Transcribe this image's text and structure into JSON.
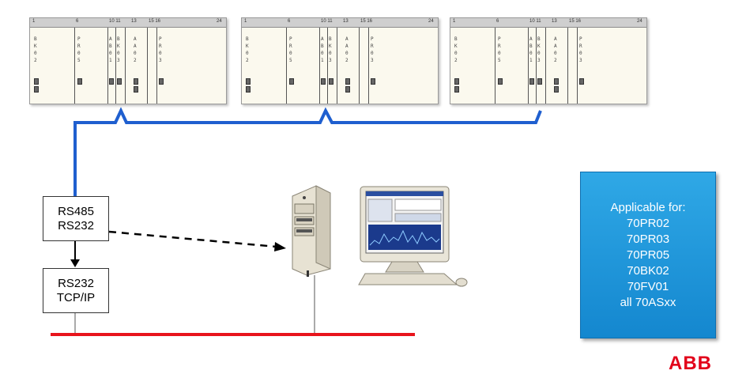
{
  "racks": [
    {
      "slots": [
        "1",
        "6",
        "10 11",
        "13",
        "15 16",
        "24"
      ],
      "modules": [
        {
          "text": "B\nK\n0\n2"
        },
        {
          "text": "P\nR\n0\n5"
        },
        {
          "text": "A\nB\n0\n1"
        },
        {
          "text": "B\nK\n0\n3"
        },
        {
          "text": "A\nA\n0\n2"
        },
        {
          "text": "P\nR\n0\n3"
        }
      ]
    },
    {
      "slots": [
        "1",
        "6",
        "10 11",
        "13",
        "15 16",
        "24"
      ],
      "modules": [
        {
          "text": "B\nK\n0\n2"
        },
        {
          "text": "P\nR\n0\n5"
        },
        {
          "text": "A\nB\n0\n1"
        },
        {
          "text": "B\nK\n0\n3"
        },
        {
          "text": "A\nA\n0\n2"
        },
        {
          "text": "P\nR\n0\n3"
        }
      ]
    },
    {
      "slots": [
        "1",
        "6",
        "10 11",
        "13",
        "15 16",
        "24"
      ],
      "modules": [
        {
          "text": "B\nK\n0\n2"
        },
        {
          "text": "P\nR\n0\n5"
        },
        {
          "text": "A\nB\n0\n1"
        },
        {
          "text": "B\nK\n0\n3"
        },
        {
          "text": "A\nA\n0\n2"
        },
        {
          "text": "P\nR\n0\n3"
        }
      ]
    }
  ],
  "converter1": {
    "line1": "RS485",
    "line2": "RS232"
  },
  "converter2": {
    "line1": "RS232",
    "line2": "TCP/IP"
  },
  "applicable": {
    "title": "Applicable for:",
    "items": [
      "70PR02",
      "70PR03",
      "70PR05",
      "70BK02",
      "70FV01",
      "all 70ASxx"
    ]
  },
  "logo": "ABB",
  "colors": {
    "bus": "#1f5fcf",
    "network": "#e8141c",
    "callout": "#1e97dd",
    "logo": "#e2001a"
  }
}
